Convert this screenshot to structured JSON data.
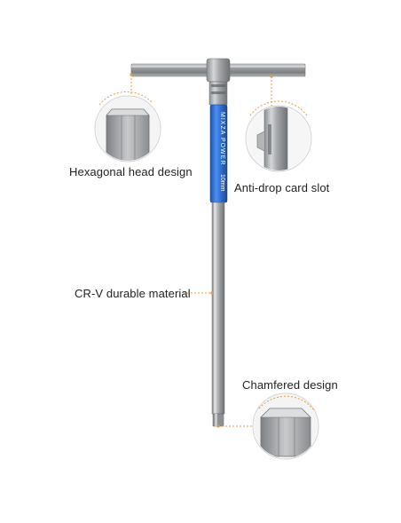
{
  "product": {
    "handle_engraving": "MIXZA POWER",
    "size_marking": "10mm",
    "accent_color": "#2c6fd6",
    "steel_color": "#a8aaad",
    "callout_color": "#e89a3a"
  },
  "callouts": [
    {
      "label": "Hexagonal head design",
      "icon": "hex-head-closeup"
    },
    {
      "label": "Anti-drop card slot",
      "icon": "card-slot-closeup"
    },
    {
      "label": "CR-V durable material",
      "icon": null
    },
    {
      "label": "Chamfered design",
      "icon": "chamfer-closeup"
    }
  ]
}
